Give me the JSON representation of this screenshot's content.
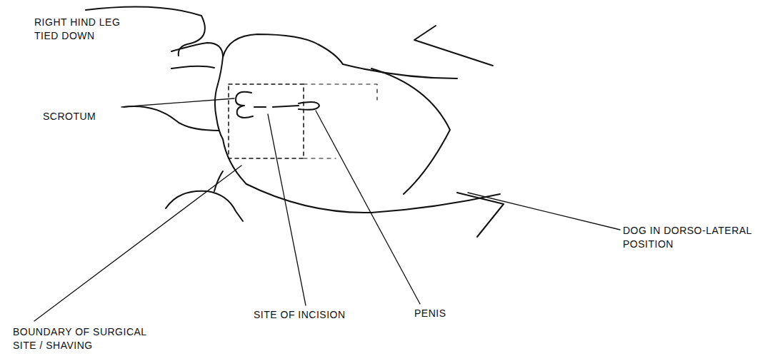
{
  "diagram": {
    "labels": [
      "RIGHT HIND LEG TIED DOWN",
      "SCROTUM",
      "SITE OF INCISION",
      "PENIS",
      "DOG IN DORSO-LATERAL POSITION",
      "BOUNDARY OF SURGICAL SITE / SHAVING"
    ]
  }
}
